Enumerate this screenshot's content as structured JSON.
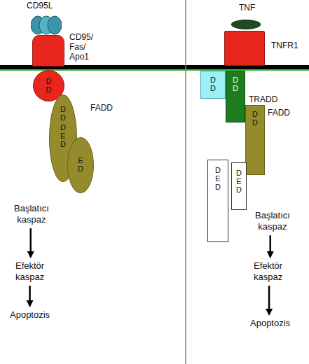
{
  "diagram": {
    "nodes": [
      {
        "text": [
          "CD95L"
        ]
      },
      {
        "text": [
          "CD95/ Fas/ Apo1"
        ]
      },
      {
        "text": [
          "D D"
        ]
      },
      {
        "text": [
          "FADD",
          "D D",
          "D E D"
        ]
      },
      {
        "text": [
          "E D"
        ]
      },
      {
        "text": [
          "Başlatıcı kaspaz"
        ]
      },
      {
        "text": [
          "Efektör kaspaz"
        ]
      },
      {
        "text": [
          "Apoptozis"
        ]
      },
      {
        "text": [
          "TNF"
        ]
      },
      {
        "text": [
          "TNFR1"
        ]
      },
      {
        "text": [
          "D D"
        ]
      },
      {
        "text": [
          "TRADD",
          "D D"
        ]
      },
      {
        "text": [
          "FADD",
          "D D"
        ]
      },
      {
        "text": [
          "D E D"
        ]
      },
      {
        "text": [
          "D E D"
        ]
      },
      {
        "text": [
          "Başlatıcı kaspaz"
        ]
      },
      {
        "text": [
          "Efektör kaspaz"
        ]
      },
      {
        "text": [
          "Apoptozis"
        ]
      }
    ],
    "edges": [
      {
        "from": 5,
        "to": 6,
        "arrow": "to"
      },
      {
        "from": 6,
        "to": 7,
        "arrow": "to"
      },
      {
        "from": 15,
        "to": 16,
        "arrow": "to"
      },
      {
        "from": 16,
        "to": 17,
        "arrow": "to"
      }
    ]
  }
}
